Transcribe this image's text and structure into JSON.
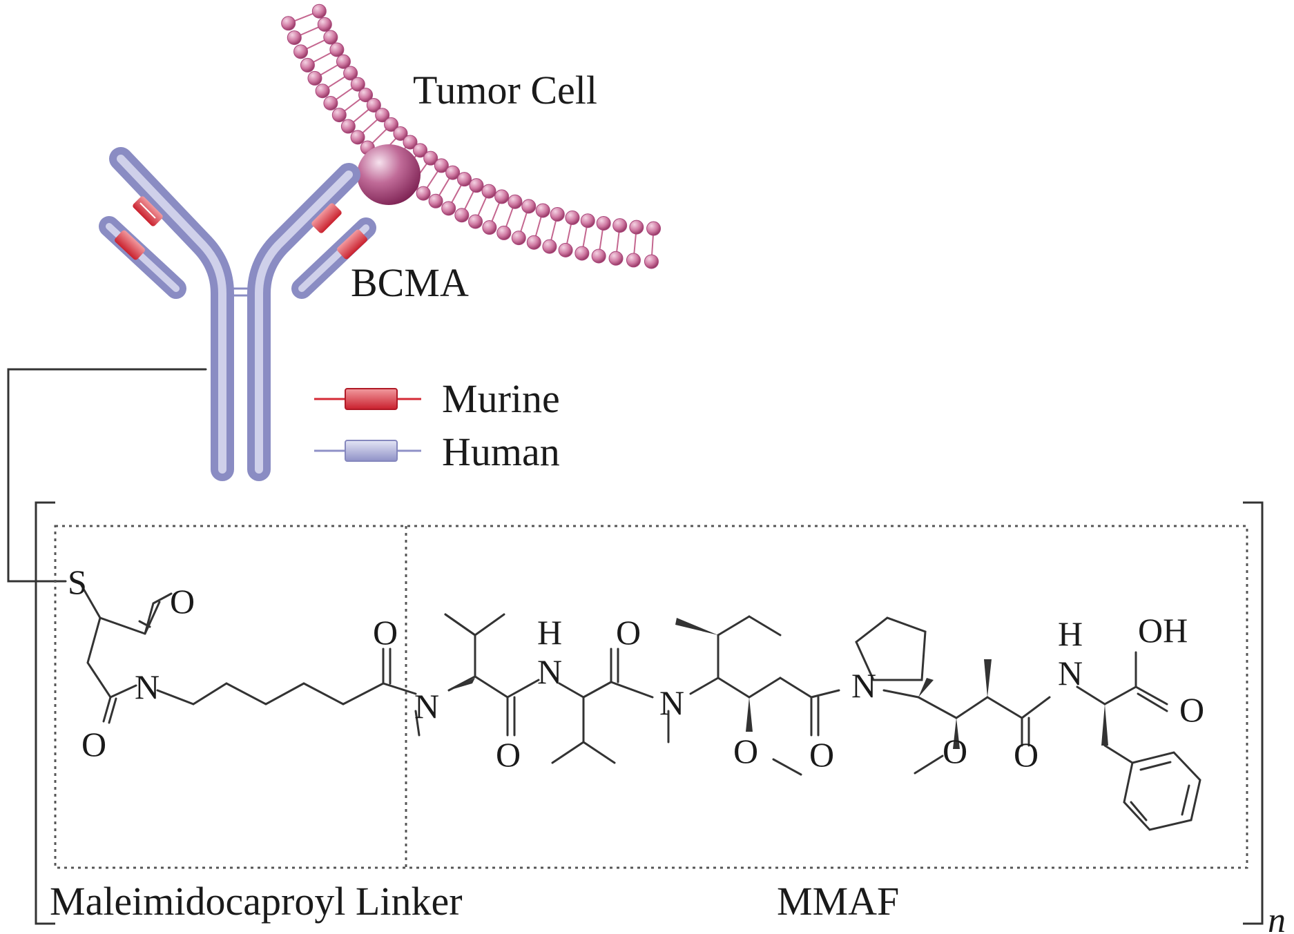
{
  "labels": {
    "tumor_cell": "Tumor Cell",
    "bcma": "BCMA",
    "legend_murine": "Murine",
    "legend_human": "Human",
    "linker": "Maleimidocaproyl Linker",
    "mmaf": "MMAF",
    "repeat": "n"
  },
  "atoms": {
    "s": "S",
    "o": "O",
    "n": "N",
    "h": "H",
    "oh": "OH"
  },
  "colors": {
    "murine": "#d42a35",
    "human": "#9d9fcf",
    "membrane": "#c4668f",
    "receptor": "#a43c72",
    "line": "#333333"
  }
}
